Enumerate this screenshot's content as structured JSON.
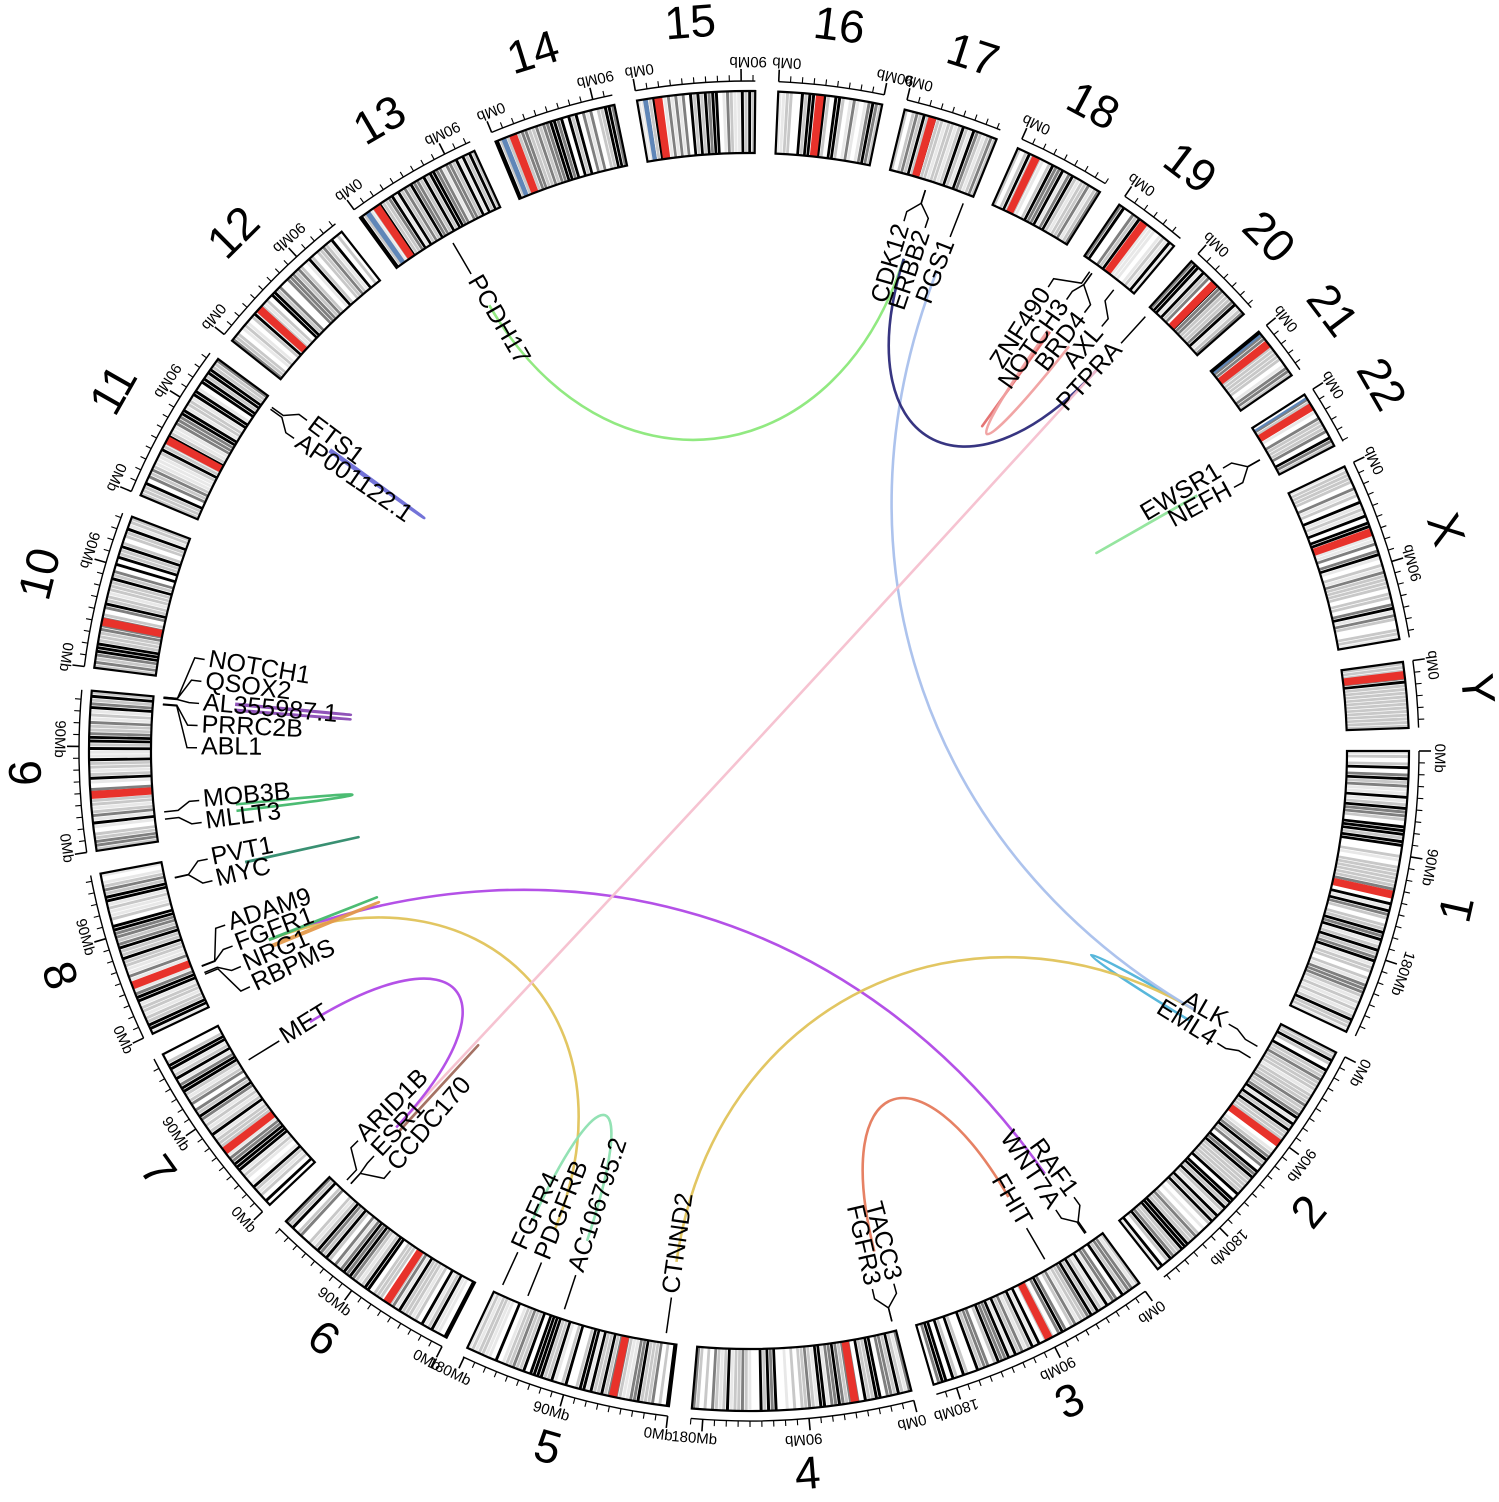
{
  "chromosomes": [
    {
      "label": "1",
      "length": 249,
      "ticks": [
        {
          "mb": 0,
          "label": "0Mb"
        },
        {
          "mb": 90,
          "label": "90Mb"
        },
        {
          "mb": 180,
          "label": "180Mb"
        }
      ]
    },
    {
      "label": "2",
      "length": 243,
      "ticks": [
        {
          "mb": 0,
          "label": "0Mb"
        },
        {
          "mb": 90,
          "label": "90Mb"
        },
        {
          "mb": 180,
          "label": "180Mb"
        }
      ]
    },
    {
      "label": "3",
      "length": 198,
      "ticks": [
        {
          "mb": 0,
          "label": "0Mb"
        },
        {
          "mb": 90,
          "label": "90Mb"
        },
        {
          "mb": 180,
          "label": "180Mb"
        }
      ]
    },
    {
      "label": "4",
      "length": 190,
      "ticks": [
        {
          "mb": 0,
          "label": "0Mb"
        },
        {
          "mb": 90,
          "label": "90Mb"
        },
        {
          "mb": 180,
          "label": "180Mb"
        }
      ]
    },
    {
      "label": "5",
      "length": 181,
      "ticks": [
        {
          "mb": 0,
          "label": "0Mb"
        },
        {
          "mb": 90,
          "label": "90Mb"
        },
        {
          "mb": 180,
          "label": "180Mb"
        }
      ]
    },
    {
      "label": "6",
      "length": 171,
      "ticks": [
        {
          "mb": 0,
          "label": "0Mb"
        },
        {
          "mb": 90,
          "label": "90Mb"
        }
      ]
    },
    {
      "label": "7",
      "length": 159,
      "ticks": [
        {
          "mb": 0,
          "label": "0Mb"
        },
        {
          "mb": 90,
          "label": "90Mb"
        }
      ]
    },
    {
      "label": "8",
      "length": 145,
      "ticks": [
        {
          "mb": 0,
          "label": "0Mb"
        },
        {
          "mb": 90,
          "label": "90Mb"
        }
      ]
    },
    {
      "label": "9",
      "length": 138,
      "ticks": [
        {
          "mb": 0,
          "label": "0Mb"
        },
        {
          "mb": 90,
          "label": "90Mb"
        }
      ]
    },
    {
      "label": "10",
      "length": 134,
      "ticks": [
        {
          "mb": 0,
          "label": "0Mb"
        },
        {
          "mb": 90,
          "label": "90Mb"
        }
      ]
    },
    {
      "label": "11",
      "length": 135,
      "ticks": [
        {
          "mb": 0,
          "label": "0Mb"
        },
        {
          "mb": 90,
          "label": "90Mb"
        }
      ]
    },
    {
      "label": "12",
      "length": 133,
      "ticks": [
        {
          "mb": 0,
          "label": "0Mb"
        },
        {
          "mb": 90,
          "label": "90Mb"
        }
      ]
    },
    {
      "label": "13",
      "length": 114,
      "ticks": [
        {
          "mb": 0,
          "label": "0Mb"
        },
        {
          "mb": 90,
          "label": "90Mb"
        }
      ]
    },
    {
      "label": "14",
      "length": 107,
      "ticks": [
        {
          "mb": 0,
          "label": "0Mb"
        },
        {
          "mb": 90,
          "label": "90Mb"
        }
      ]
    },
    {
      "label": "15",
      "length": 102,
      "ticks": [
        {
          "mb": 0,
          "label": "0Mb"
        },
        {
          "mb": 90,
          "label": "90Mb"
        }
      ]
    },
    {
      "label": "16",
      "length": 90,
      "ticks": [
        {
          "mb": 0,
          "label": "0Mb"
        },
        {
          "mb": 90,
          "label": "90Mb"
        }
      ]
    },
    {
      "label": "17",
      "length": 83,
      "ticks": [
        {
          "mb": 0,
          "label": "0Mb"
        }
      ]
    },
    {
      "label": "18",
      "length": 80,
      "ticks": [
        {
          "mb": 0,
          "label": "0Mb"
        }
      ]
    },
    {
      "label": "19",
      "length": 59,
      "ticks": [
        {
          "mb": 0,
          "label": "0Mb"
        }
      ]
    },
    {
      "label": "20",
      "length": 64,
      "ticks": [
        {
          "mb": 0,
          "label": "0Mb"
        }
      ]
    },
    {
      "label": "21",
      "length": 47,
      "ticks": [
        {
          "mb": 0,
          "label": "0Mb"
        }
      ]
    },
    {
      "label": "22",
      "length": 51,
      "ticks": [
        {
          "mb": 0,
          "label": "0Mb"
        }
      ]
    },
    {
      "label": "X",
      "length": 156,
      "ticks": [
        {
          "mb": 0,
          "label": "0Mb"
        },
        {
          "mb": 90,
          "label": "90Mb"
        }
      ]
    },
    {
      "label": "Y",
      "length": 57,
      "ticks": [
        {
          "mb": 0,
          "label": "0Mb"
        }
      ]
    }
  ],
  "genes": [
    {
      "name": "ALK",
      "chr": "2",
      "mb": 29.5
    },
    {
      "name": "EML4",
      "chr": "2",
      "mb": 42.4
    },
    {
      "name": "RAF1",
      "chr": "3",
      "mb": 12.6
    },
    {
      "name": "WNT7A",
      "chr": "3",
      "mb": 13.9
    },
    {
      "name": "FHIT",
      "chr": "3",
      "mb": 60.0
    },
    {
      "name": "TACC3",
      "chr": "4",
      "mb": 1.7
    },
    {
      "name": "FGFR3",
      "chr": "4",
      "mb": 1.8
    },
    {
      "name": "CTNND2",
      "chr": "5",
      "mb": 11.0
    },
    {
      "name": "AC106795.2",
      "chr": "5",
      "mb": 112.0
    },
    {
      "name": "FGFR4",
      "chr": "5",
      "mb": 176.0
    },
    {
      "name": "PDGFRB",
      "chr": "5",
      "mb": 149.5
    },
    {
      "name": "ARID1B",
      "chr": "6",
      "mb": 157.0
    },
    {
      "name": "ESR1",
      "chr": "6",
      "mb": 151.9
    },
    {
      "name": "CCDC170",
      "chr": "6",
      "mb": 151.8
    },
    {
      "name": "MET",
      "chr": "7",
      "mb": 116.3
    },
    {
      "name": "RBPMS",
      "chr": "8",
      "mb": 30.3
    },
    {
      "name": "NRG1",
      "chr": "8",
      "mb": 32.0
    },
    {
      "name": "FGFR1",
      "chr": "8",
      "mb": 38.4
    },
    {
      "name": "ADAM9",
      "chr": "8",
      "mb": 38.9
    },
    {
      "name": "MYC",
      "chr": "8",
      "mb": 127.7
    },
    {
      "name": "PVT1",
      "chr": "8",
      "mb": 128.0
    },
    {
      "name": "MLLT3",
      "chr": "9",
      "mb": 20.3
    },
    {
      "name": "MOB3B",
      "chr": "9",
      "mb": 27.4
    },
    {
      "name": "ABL1",
      "chr": "9",
      "mb": 130.7
    },
    {
      "name": "PRRC2B",
      "chr": "9",
      "mb": 131.4
    },
    {
      "name": "QSOX2",
      "chr": "9",
      "mb": 139.1
    },
    {
      "name": "NOTCH1",
      "chr": "9",
      "mb": 139.4
    },
    {
      "name": "AL355987.1",
      "chr": "9",
      "mb": 137.0
    },
    {
      "name": "ETS1",
      "chr": "11",
      "mb": 128.3
    },
    {
      "name": "AP001122.1",
      "chr": "11",
      "mb": 126.0
    },
    {
      "name": "PCDH17",
      "chr": "13",
      "mb": 58.2
    },
    {
      "name": "CDK12",
      "chr": "17",
      "mb": 37.6
    },
    {
      "name": "ERBB2",
      "chr": "17",
      "mb": 37.8
    },
    {
      "name": "PGS1",
      "chr": "17",
      "mb": 76.4
    },
    {
      "name": "ZNF490",
      "chr": "19",
      "mb": 12.7
    },
    {
      "name": "NOTCH3",
      "chr": "19",
      "mb": 15.3
    },
    {
      "name": "BRD4",
      "chr": "19",
      "mb": 15.4
    },
    {
      "name": "AXL",
      "chr": "19",
      "mb": 41.7
    },
    {
      "name": "PTPRA",
      "chr": "20",
      "mb": 2.9
    },
    {
      "name": "EWSR1",
      "chr": "22",
      "mb": 29.7
    },
    {
      "name": "NEFH",
      "chr": "22",
      "mb": 29.9
    }
  ],
  "links": [
    {
      "from": "EML4",
      "to": "ALK",
      "color": "#4fb3d9"
    },
    {
      "from": "RAF1",
      "to": "FGFR1",
      "color": "#b048e6"
    },
    {
      "from": "FHIT",
      "to": "FGFR3",
      "color": "#e57a5c"
    },
    {
      "from": "ALK",
      "to": "CTNND2",
      "color": "#e0c35a"
    },
    {
      "from": "PDGFRB",
      "to": "FGFR1",
      "color": "#e0c35a"
    },
    {
      "from": "AC106795.2",
      "to": "FGFR4",
      "color": "#8de0b0"
    },
    {
      "from": "PCDH17",
      "to": "CDK12",
      "color": "#8be87a"
    },
    {
      "from": "PGS1",
      "to": "ALK",
      "color": "#a9c0ec"
    },
    {
      "from": "ERBB2",
      "to": "PTPRA",
      "color": "#2c2a7a"
    },
    {
      "from": "NOTCH3",
      "to": "BRD4",
      "color": "#e46d6d"
    },
    {
      "from": "ZNF490",
      "to": "AXL",
      "color": "#f0a0a0"
    },
    {
      "from": "PTPRA",
      "to": "ARID1B",
      "color": "#f6c0cf"
    },
    {
      "from": "EWSR1",
      "to": "NEFH",
      "color": "#8fe49a"
    },
    {
      "from": "ETS1",
      "to": "AP001122.1",
      "color": "#6b6bd6"
    },
    {
      "from": "AL355987.1",
      "to": "QSOX2",
      "color": "#8a4bb5"
    },
    {
      "from": "PRRC2B",
      "to": "ABL1",
      "color": "#8a4bb5"
    },
    {
      "from": "MOB3B",
      "to": "MLLT3",
      "color": "#42b86b"
    },
    {
      "from": "PVT1",
      "to": "MYC",
      "color": "#2e8a6a"
    },
    {
      "from": "ADAM9",
      "to": "FGFR1",
      "color": "#42b86b"
    },
    {
      "from": "NRG1",
      "to": "RBPMS",
      "color": "#e49a4b"
    },
    {
      "from": "ESR1",
      "to": "CCDC170",
      "color": "#a06a5c"
    },
    {
      "from": "MET",
      "to": "ARID1B",
      "color": "#b048e6"
    }
  ],
  "colors": {
    "band_dark": "#000000",
    "band_mid": "#7f7f7f",
    "band_light": "#c8c8c8",
    "band_pale": "#e8e8e8",
    "centromere": "#e8322b",
    "acrocentric": "#5f86b8"
  }
}
